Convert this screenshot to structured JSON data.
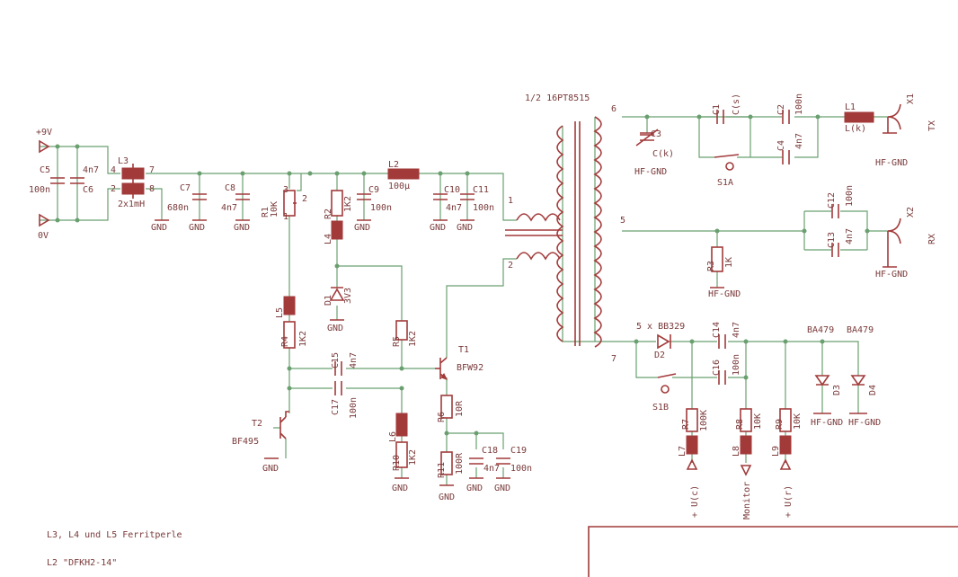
{
  "parts": {
    "supply_pos": "+9V",
    "supply_neg": "0V",
    "c5": "C5",
    "c5v": "100n",
    "c6": "C6",
    "c6v": "4n7",
    "l3": "L3",
    "l3v": "2x1mH",
    "l3p4": "4",
    "l3p7": "7",
    "l3p2": "2",
    "l3p8": "8",
    "c7": "C7",
    "c7v": "680n",
    "c8": "C8",
    "c8v": "4n7",
    "r1": "R1",
    "r1v": "10K",
    "r1p3": "3",
    "r1p2": "2",
    "r1p1": "1",
    "r2": "R2",
    "r2v": "1K2",
    "c9": "C9",
    "c9v": "100n",
    "l2": "L2",
    "l2v": "100µ",
    "c10": "C10",
    "c10v": "4n7",
    "c11": "C11",
    "c11v": "100n",
    "l4": "L4",
    "d1": "D1",
    "d1v": "3V3",
    "l5": "L5",
    "r4": "R4",
    "r4v": "1K2",
    "r5": "R5",
    "r5v": "1K2",
    "c15": "C15",
    "c15v": "4n7",
    "c17": "C17",
    "c17v": "100n",
    "t1": "T1",
    "t1v": "BFW92",
    "t2": "T2",
    "t2v": "BF495",
    "r6": "R6",
    "r6v": "10R",
    "l6": "L6",
    "r10": "R10",
    "r10v": "1K2",
    "r11": "R11",
    "r11v": "100R",
    "c18": "C18",
    "c18v": "4n7",
    "c19": "C19",
    "c19v": "100n",
    "gnd": "GND",
    "hfgnd": "HF-GND",
    "xfmr": "1/2 16PT8515",
    "pin6": "6",
    "pin5": "5",
    "pin7": "7",
    "pin1": "1",
    "pin2": "2",
    "c3": "C3",
    "c3v": "C(k)",
    "c1": "C1",
    "c1v": "C(s)",
    "c2": "C2",
    "c2v": "100n",
    "c4": "C4",
    "c4v": "4n7",
    "l1": "L1",
    "l1v": "L(k)",
    "x1": "X1",
    "x1v": "TX",
    "s1a": "S1A",
    "c12": "C12",
    "c12v": "100n",
    "c13": "C13",
    "c13v": "4n7",
    "x2": "X2",
    "x2v": "RX",
    "r3": "R3",
    "r3v": "1K",
    "d2": "D2",
    "d2v": "5 x BB329",
    "c14": "C14",
    "c14v": "4n7",
    "c16": "C16",
    "c16v": "100n",
    "s1b": "S1B",
    "r7": "R7",
    "r7v": "100K",
    "r8": "R8",
    "r8v": "10K",
    "r9": "R9",
    "r9v": "10K",
    "l7": "L7",
    "l8": "L8",
    "l9": "L9",
    "uc": "+ U(c)",
    "monitor": "Monitor",
    "ur": "+ U(r)",
    "ba479": "BA479",
    "d3": "D3",
    "d4": "D4"
  },
  "notes": {
    "ferrite": "L3, L4 und L5 Ferritperle",
    "l2note": "L2 \"DFKH2-14\""
  }
}
